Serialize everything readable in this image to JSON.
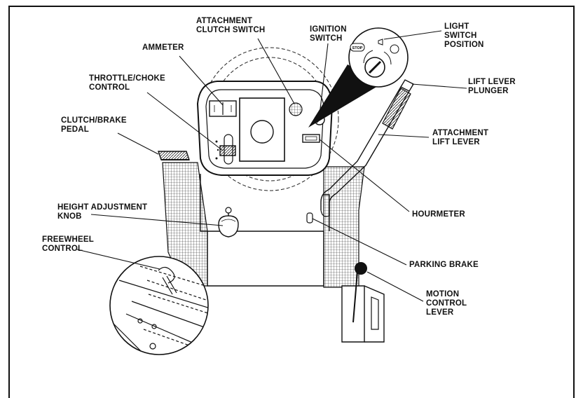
{
  "labels": {
    "attachment_clutch_switch": [
      "ATTACHMENT",
      "CLUTCH SWITCH"
    ],
    "ignition_switch": [
      "IGNITION",
      "SWITCH"
    ],
    "light_switch_position": [
      "LIGHT",
      "SWITCH",
      "POSITION"
    ],
    "ammeter": [
      "AMMETER"
    ],
    "throttle_choke_control": [
      "THROTTLE/CHOKE",
      "CONTROL"
    ],
    "lift_lever_plunger": [
      "LIFT LEVER",
      "PLUNGER"
    ],
    "clutch_brake_pedal": [
      "CLUTCH/BRAKE",
      "PEDAL"
    ],
    "attachment_lift_lever": [
      "ATTACHMENT",
      "LIFT LEVER"
    ],
    "height_adjustment_knob": [
      "HEIGHT ADJUSTMENT",
      "KNOB"
    ],
    "hourmeter": [
      "HOURMETER"
    ],
    "freewheel_control": [
      "FREEWHEEL",
      "CONTROL"
    ],
    "parking_brake": [
      "PARKING BRAKE"
    ],
    "motion_control_lever": [
      "MOTION",
      "CONTROL",
      "LEVER"
    ]
  },
  "switch_marks": {
    "stop": "STOP"
  }
}
